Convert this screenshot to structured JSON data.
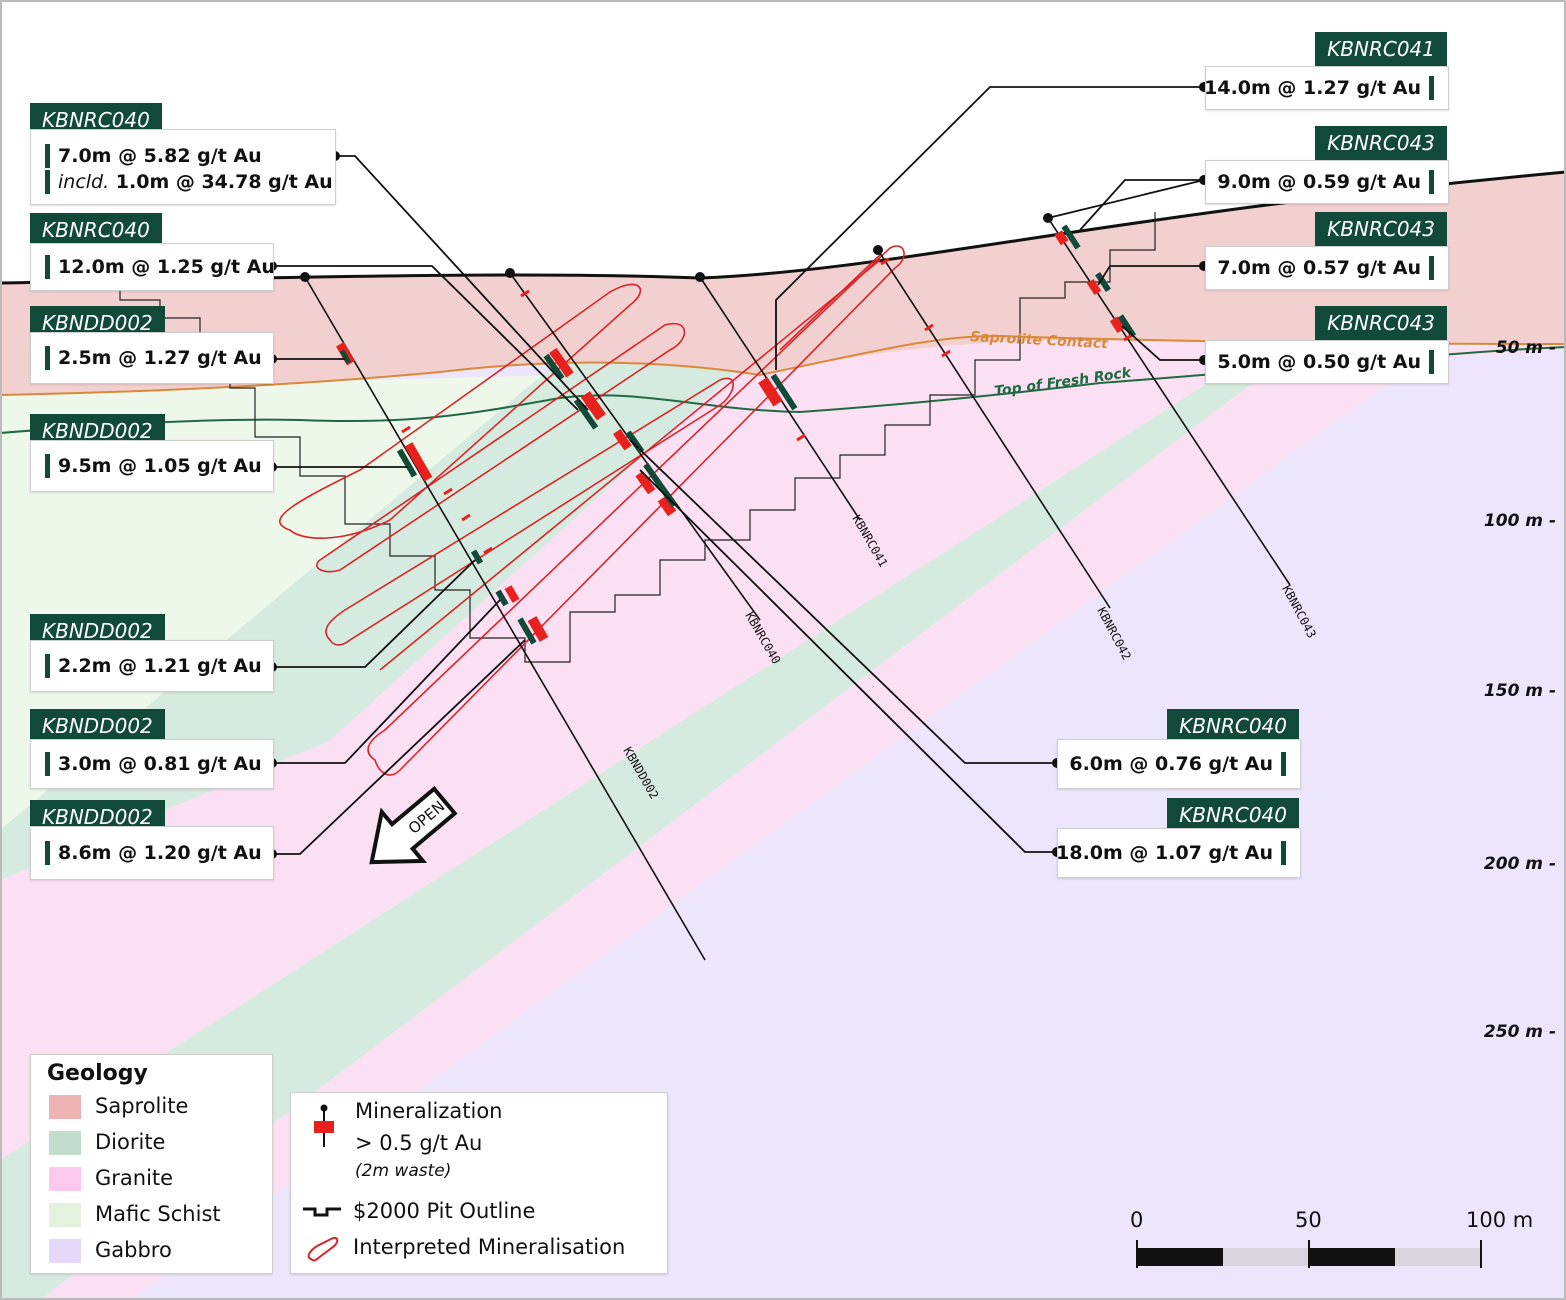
{
  "colors": {
    "saprolite": "#f3d0d0",
    "diorite": "#cfe7da",
    "granite": "#fbe0f3",
    "mafic_schist": "#eef8ea",
    "gabbro": "#ece5fb",
    "tag_bg": "#124a3a",
    "mineralization": "#e8211e",
    "interpreted": "#d9242a",
    "saprolite_contact": "#d88a3a",
    "fresh_rock": "#1f6a40"
  },
  "callouts": [
    {
      "hole": "KBNRC041",
      "line1": "14.0m @ 1.27 g/t Au"
    },
    {
      "hole": "KBNRC043",
      "line1": "9.0m @ 0.59 g/t Au"
    },
    {
      "hole": "KBNRC043",
      "line1": "7.0m @ 0.57 g/t Au"
    },
    {
      "hole": "KBNRC043",
      "line1": "5.0m @ 0.50 g/t Au"
    },
    {
      "hole": "KBNRC040",
      "line1": "7.0m @ 5.82 g/t Au",
      "line2_prefix": "incld.",
      "line2": "1.0m @ 34.78 g/t Au"
    },
    {
      "hole": "KBNRC040",
      "line1": "12.0m @ 1.25 g/t Au"
    },
    {
      "hole": "KBNDD002",
      "line1": "2.5m @ 1.27 g/t Au"
    },
    {
      "hole": "KBNDD002",
      "line1": "9.5m @ 1.05 g/t Au"
    },
    {
      "hole": "KBNDD002",
      "line1": "2.2m @ 1.21 g/t Au"
    },
    {
      "hole": "KBNDD002",
      "line1": "3.0m @ 0.81 g/t Au"
    },
    {
      "hole": "KBNDD002",
      "line1": "8.6m @ 1.20 g/t Au"
    },
    {
      "hole": "KBNRC040",
      "line1": "6.0m @ 0.76 g/t Au"
    },
    {
      "hole": "KBNRC040",
      "line1": "18.0m @ 1.07 g/t Au"
    }
  ],
  "hole_labels": [
    "KBNRC041",
    "KBNRC042",
    "KBNRC043",
    "KBNRC040",
    "KBNDD002"
  ],
  "contacts": {
    "saprolite": "Saprolite Contact",
    "fresh_rock": "Top of Fresh Rock"
  },
  "depth_labels": [
    "50 m -",
    "100 m -",
    "150 m -",
    "200 m -",
    "250 m -"
  ],
  "open_label": "OPEN",
  "legend_geology": {
    "title": "Geology",
    "items": [
      {
        "label": "Saprolite",
        "color": "#eeb4b4"
      },
      {
        "label": "Diorite",
        "color": "#c2ddcd"
      },
      {
        "label": "Granite",
        "color": "#fbc8ee"
      },
      {
        "label": "Mafic Schist",
        "color": "#e3f2dc"
      },
      {
        "label": "Gabbro",
        "color": "#e3d7fa"
      }
    ]
  },
  "legend_symbols": {
    "mineralization_1": "Mineralization",
    "mineralization_2": "> 0.5 g/t Au",
    "mineralization_3": "(2m waste)",
    "pit": "$2000 Pit Outline",
    "interpreted": "Interpreted Mineralisation"
  },
  "scale_bar": {
    "labels": [
      "0",
      "50",
      "100 m"
    ]
  }
}
